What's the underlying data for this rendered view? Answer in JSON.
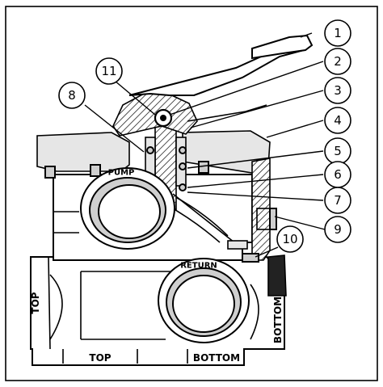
{
  "callouts": [
    {
      "id": "callout-1",
      "text": "1"
    },
    {
      "id": "callout-2",
      "text": "2"
    },
    {
      "id": "callout-3",
      "text": "3"
    },
    {
      "id": "callout-4",
      "text": "4"
    },
    {
      "id": "callout-5",
      "text": "5"
    },
    {
      "id": "callout-6",
      "text": "6"
    },
    {
      "id": "callout-7",
      "text": "7"
    },
    {
      "id": "callout-8",
      "text": "8"
    },
    {
      "id": "callout-9",
      "text": "9"
    },
    {
      "id": "callout-10",
      "text": "10"
    },
    {
      "id": "callout-11",
      "text": "11"
    }
  ],
  "ports": {
    "pump": "PUMP",
    "return": "RETURN",
    "top_side": "TOP",
    "top_bottom": "TOP",
    "bottom_bottom": "BOTTOM",
    "bottom_side": "BOTTOM"
  }
}
